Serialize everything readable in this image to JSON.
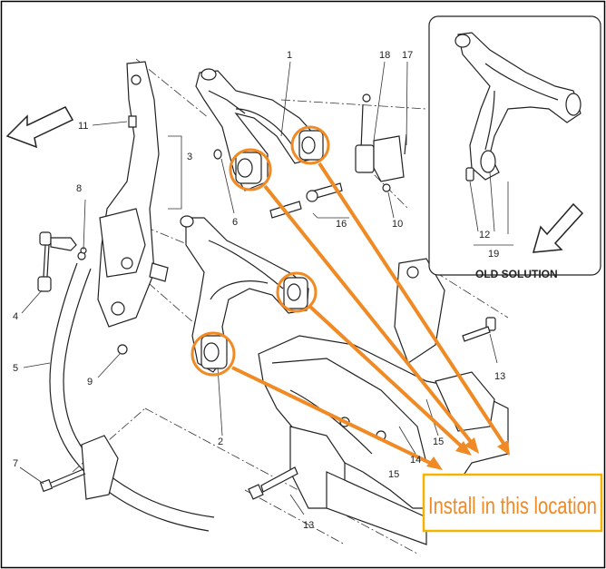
{
  "callouts": {
    "n1": "1",
    "n2": "2",
    "n3": "3",
    "n4": "4",
    "n5": "5",
    "n6": "6",
    "n7": "7",
    "n8": "8",
    "n9": "9",
    "n10": "10",
    "n11": "11",
    "n12": "12",
    "n13a": "13",
    "n13b": "13",
    "n14": "14",
    "n15a": "15",
    "n15b": "15",
    "n16": "16",
    "n17": "17",
    "n18": "18",
    "n19": "19"
  },
  "inset": {
    "label": "OLD SOLUTION"
  },
  "banner": {
    "text": "Install in this location"
  },
  "colors": {
    "accent": "#f08a24",
    "line": "#222222",
    "border": "#000000"
  }
}
